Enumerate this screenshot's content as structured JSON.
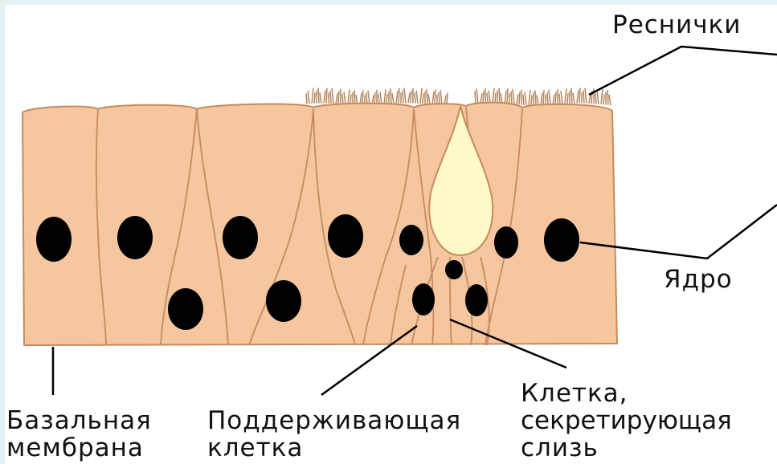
{
  "labels": {
    "cilia": "Реснички",
    "nucleus": "Ядро",
    "basal_line1": "Базальная",
    "basal_line2": "мембрана",
    "support_line1": "Поддерживающая",
    "support_line2": "клетка",
    "secretory_line1": "Клетка,",
    "secretory_line2": "секретирующая",
    "secretory_line3": "слизь"
  },
  "colors": {
    "background": "#e6f3f6",
    "panel": "#ffffff",
    "cell_fill": "#f6c69f",
    "cell_outline": "#c58b5f",
    "mucus": "#fff8c8",
    "nucleus": "#000000",
    "cilia": "#b5855b",
    "leader_line": "#000000"
  }
}
